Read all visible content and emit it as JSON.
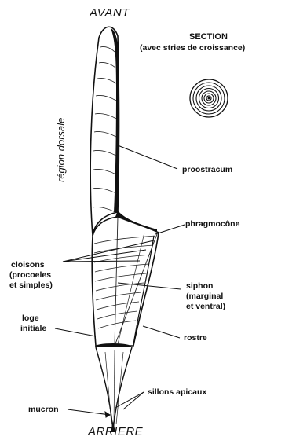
{
  "top_label": "AVANT",
  "bottom_label": "ARRIERE",
  "side_label": "région dorsale",
  "section": {
    "title": "SECTION",
    "subtitle": "(avec stries de croissance)"
  },
  "labels": {
    "proostracum": "proostracum",
    "phragmocone": "phragmocône",
    "cloisons": [
      "cloisons",
      "(procoeles",
      "et simples)"
    ],
    "siphon": [
      "siphon",
      "(marginal",
      "et ventral)"
    ],
    "loge": [
      "loge",
      "initiale"
    ],
    "rostre": "rostre",
    "sillons": "sillons apicaux",
    "mucron": "mucron"
  }
}
